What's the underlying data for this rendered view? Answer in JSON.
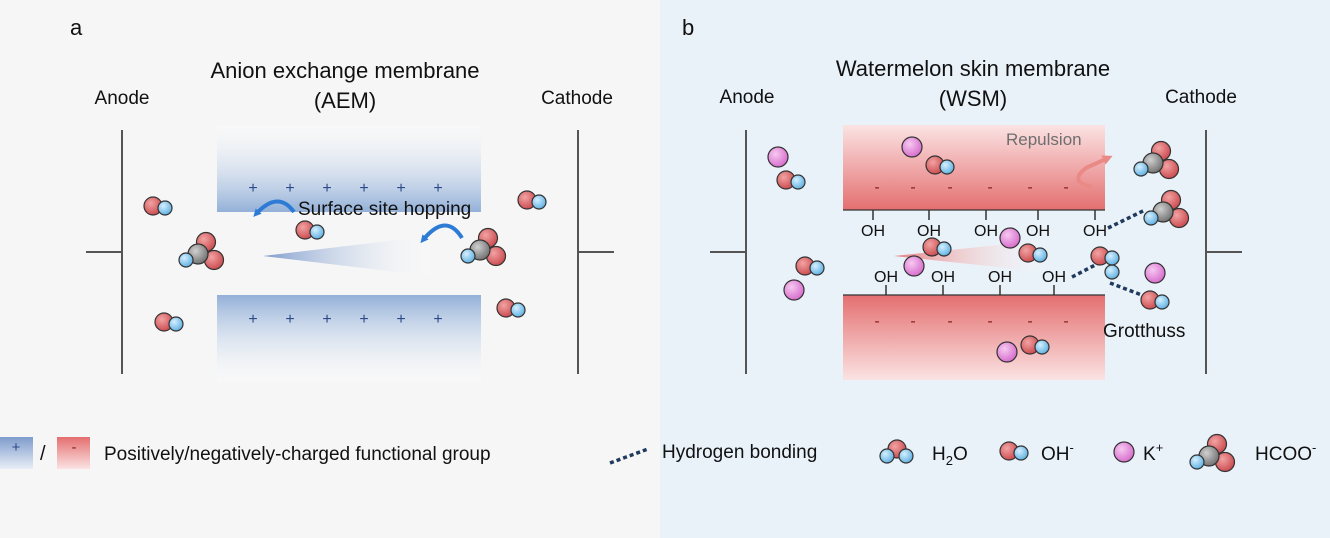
{
  "colors": {
    "panel_a_bg": "#f6f6f6",
    "panel_b_bg": "#e9f1f9",
    "positive_membrane": "#9eb8dc",
    "negative_membrane": "#e77f7f",
    "oxygen": "#d9585c",
    "hydrogen": "#7ec4ec",
    "carbon": "#8a8a8a",
    "potassium": "#e07ad4",
    "bond_line": "#1f3a5c",
    "arrow_blue": "#2e7bd6",
    "arrow_red": "#e98a86"
  },
  "panel_a": {
    "letter": "a",
    "title_line1": "Anion exchange membrane",
    "title_line2": "(AEM)",
    "anode": "Anode",
    "cathode": "Cathode",
    "plus_sign": "+",
    "hopping_label": "Surface site hopping"
  },
  "panel_b": {
    "letter": "b",
    "title_line1": "Watermelon skin membrane",
    "title_line2": "(WSM)",
    "anode": "Anode",
    "cathode": "Cathode",
    "minus_sign": "-",
    "oh_label": "OH",
    "repulsion_label": "Repulsion",
    "grotthuss_label": "Grotthuss"
  },
  "legend": {
    "plus_sign": "+",
    "slash": "/",
    "minus_sign": "-",
    "functional_group": "Positively/negatively-charged functional group",
    "hydrogen_bonding": "Hydrogen bonding",
    "h2o_main": "H",
    "h2o_sub": "2",
    "h2o_tail": "O",
    "oh_main": "OH",
    "oh_sup": "-",
    "k_main": "K",
    "k_sup": "+",
    "hcoo_main": "HCOO",
    "hcoo_sup": "-"
  }
}
